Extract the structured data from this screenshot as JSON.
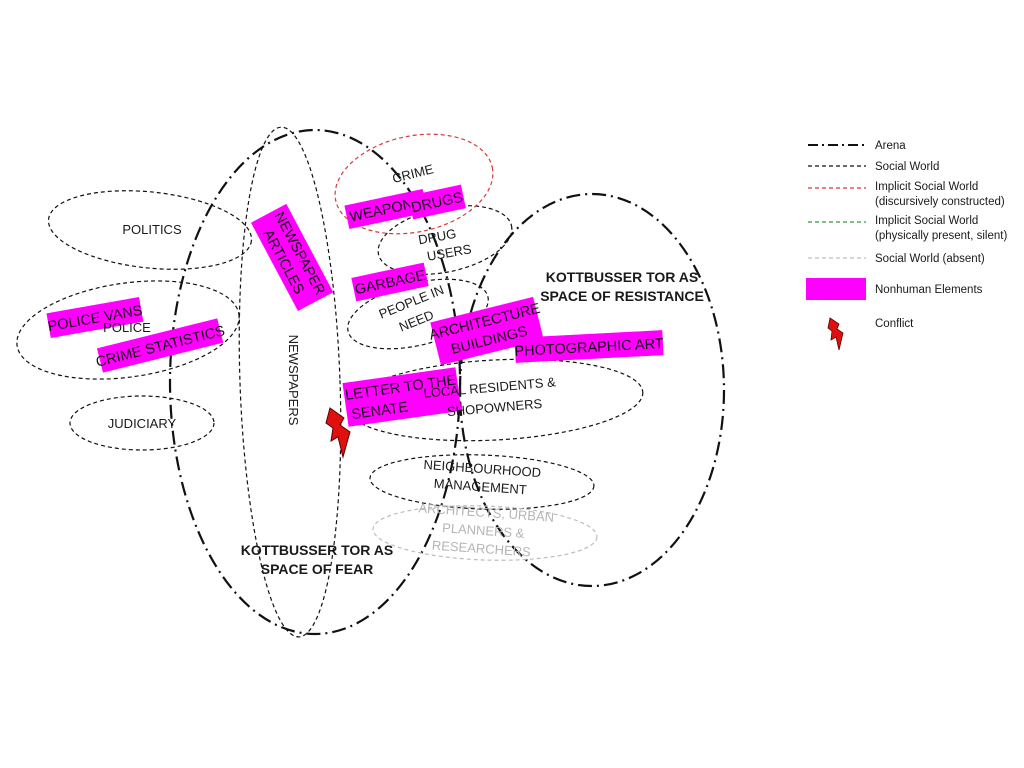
{
  "colors": {
    "arena": "#111111",
    "social_world": "#111111",
    "implicit_discursive": "#d63a3a",
    "implicit_physical": "#2a9d3a",
    "absent": "#bdbdbd",
    "nonhuman": "#ff00ff",
    "conflict": "#e01010"
  },
  "arenas": {
    "fear": "KOTTBUSSER TOR AS SPACE OF FEAR",
    "resistance": "KOTTBUSSER TOR AS SPACE OF RESISTANCE"
  },
  "social_worlds": {
    "politics": "POLITICS",
    "police": "POLICE",
    "judiciary": "JUDICIARY",
    "newspapers": "NEWSPAPERS",
    "crime": "CRIME",
    "drug_users": "DRUG USERS",
    "people_in_need": "PEOPLE IN NEED",
    "local_residents": "LOCAL RESIDENTS & SHOPOWNERS",
    "neighbourhood": "NEIGHBOURHOOD MANAGEMENT",
    "architects": "ARCHITECTS, URBAN PLANNERS & RESEARCHERS"
  },
  "nonhuman_elements": {
    "police_vans": "POLICE VANS",
    "crime_statistics": "CRIME STATISTICS",
    "newspaper_articles": "NEWSPAPER ARTICLES",
    "weapons": "WEAPONS",
    "drugs": "DRUGS",
    "garbage": "GARBAGE",
    "architecture": "ARCHITECTURE BUILDINGS",
    "photographic_art": "PHOTOGRAPHIC ART",
    "letter_senate": "LETTER TO THE SENATE"
  },
  "legend": {
    "arena": "Arena",
    "social_world": "Social World",
    "implicit_discursive_1": "Implicit Social World",
    "implicit_discursive_2": "(discursively constructed)",
    "implicit_physical_1": "Implicit Social World",
    "implicit_physical_2": "(physically present, silent)",
    "absent": "Social World (absent)",
    "nonhuman": "Nonhuman Elements",
    "conflict": "Conflict"
  }
}
